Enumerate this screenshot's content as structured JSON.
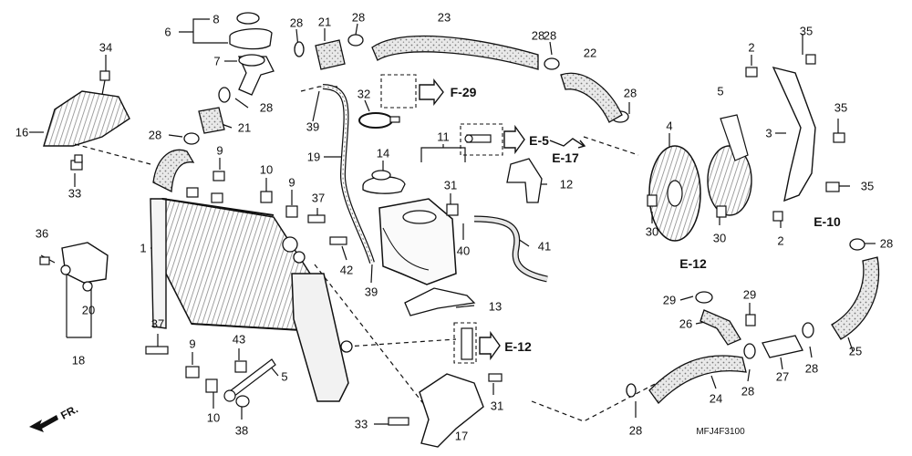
{
  "diagram": {
    "code": "MFJ4F3100",
    "direction_marker": "FR.",
    "refs": [
      "F-29",
      "E-5",
      "E-17",
      "E-10",
      "E-12",
      "E-12"
    ],
    "callouts": [
      "1",
      "2",
      "2",
      "3",
      "4",
      "5",
      "5",
      "6",
      "7",
      "8",
      "9",
      "9",
      "9",
      "10",
      "10",
      "11",
      "12",
      "13",
      "14",
      "16",
      "17",
      "18",
      "19",
      "20",
      "21",
      "21",
      "22",
      "23",
      "24",
      "25",
      "26",
      "27",
      "28",
      "28",
      "28",
      "28",
      "28",
      "28",
      "28",
      "28",
      "28",
      "28",
      "28",
      "29",
      "29",
      "30",
      "30",
      "31",
      "31",
      "32",
      "33",
      "33",
      "34",
      "35",
      "35",
      "35",
      "36",
      "37",
      "37",
      "38",
      "39",
      "39",
      "40",
      "41",
      "42",
      "43"
    ]
  },
  "colors": {
    "ink": "#111111",
    "hose_fill": "#e4e4e4",
    "fin": "#9a9a9a",
    "background": "#ffffff"
  }
}
